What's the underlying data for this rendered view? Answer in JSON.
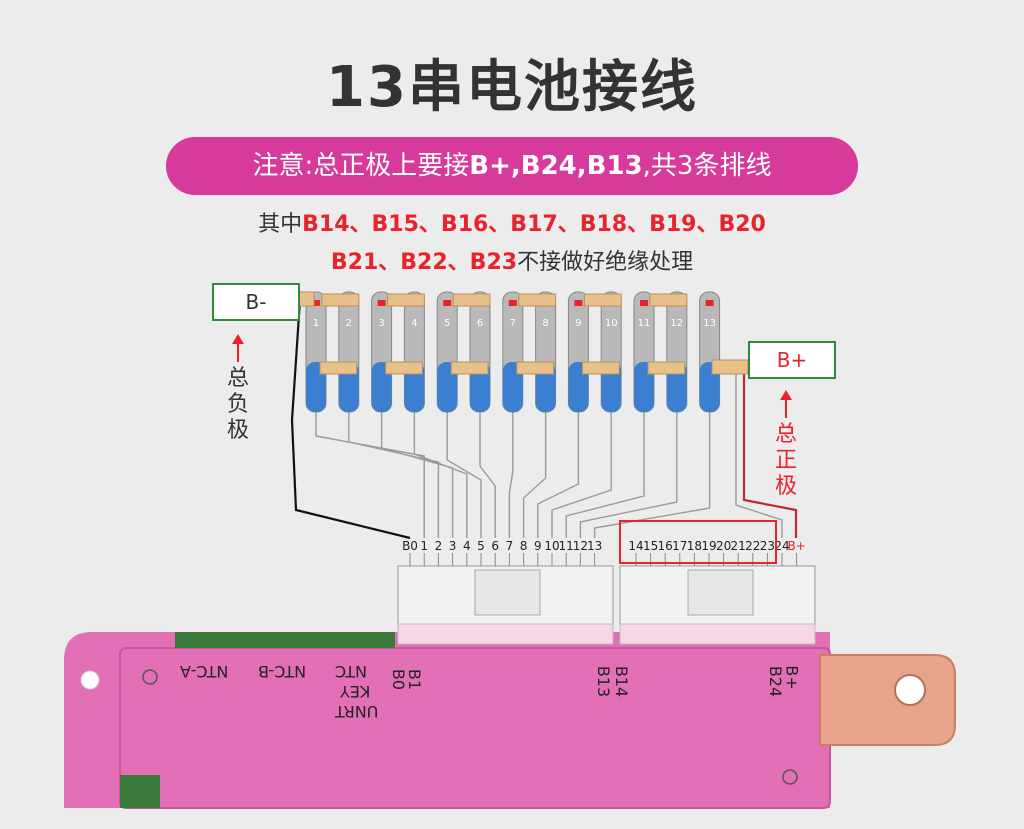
{
  "title": "13串电池接线",
  "note": {
    "prefix": "注意:总正极上要接",
    "bold": "B+,B24,B13",
    "suffix": ",共3条排线"
  },
  "line1": {
    "prefix": "其中",
    "red": "B14、B15、B16、B17、B18、B19、B20"
  },
  "line2": {
    "red": "B21、B22、B23",
    "suffix": "不接做好绝缘处理"
  },
  "b_minus": "B-",
  "b_plus": "B+",
  "total_negative": "总负极",
  "total_positive": "总正极",
  "cells": [
    "1",
    "2",
    "3",
    "4",
    "5",
    "6",
    "7",
    "8",
    "9",
    "10",
    "11",
    "12",
    "13"
  ],
  "pins_left": [
    "B0",
    "1",
    "2",
    "3",
    "4",
    "5",
    "6",
    "7",
    "8",
    "9",
    "10",
    "11",
    "12",
    "13"
  ],
  "pins_right": [
    "14",
    "15",
    "16",
    "17",
    "18",
    "19",
    "20",
    "21",
    "22",
    "23",
    "24",
    "B+"
  ],
  "board_labels": {
    "ntc_a": "NTC-A",
    "ntc_b": "NTC-B",
    "ntc": "NTC",
    "key": "KEY",
    "unrt": "UNRT",
    "b1": "B1",
    "b0": "B0",
    "b14": "B14",
    "b13": "B13",
    "bplus": "B+",
    "b24": "B24"
  },
  "colors": {
    "accent": "#d63a9a",
    "red": "#e8232b",
    "green_box": "#2e8b3a",
    "board": "#e36fb7"
  }
}
